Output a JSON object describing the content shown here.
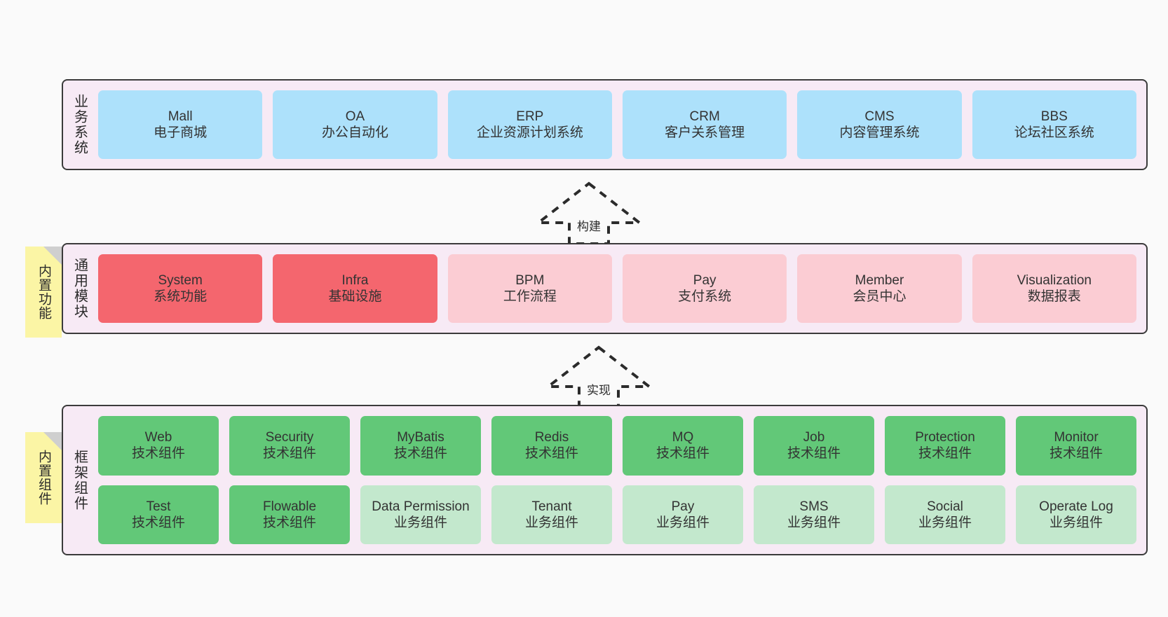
{
  "diagram": {
    "background_color": "#fafafa",
    "panel_color": "#f7eaf5",
    "panel_border_color": "#3b3b3b"
  },
  "notes": [
    {
      "id": "builtin-features",
      "text": "内置功能",
      "color": "#fbf5a5"
    },
    {
      "id": "builtin-components",
      "text": "内置组件",
      "color": "#fbf5a5"
    }
  ],
  "arrows": [
    {
      "id": "build",
      "label": "构建",
      "style": "dashed-hollow-up"
    },
    {
      "id": "implement",
      "label": "实现",
      "style": "dashed-hollow-up"
    }
  ],
  "layers": {
    "business": {
      "title": "业务系统",
      "rows": [
        [
          {
            "en": "Mall",
            "cn": "电子商城",
            "color": "#ade1fb"
          },
          {
            "en": "OA",
            "cn": "办公自动化",
            "color": "#ade1fb"
          },
          {
            "en": "ERP",
            "cn": "企业资源计划系统",
            "color": "#ade1fb"
          },
          {
            "en": "CRM",
            "cn": "客户关系管理",
            "color": "#ade1fb"
          },
          {
            "en": "CMS",
            "cn": "内容管理系统",
            "color": "#ade1fb"
          },
          {
            "en": "BBS",
            "cn": "论坛社区系统",
            "color": "#ade1fb"
          }
        ]
      ]
    },
    "modules": {
      "title": "通用模块",
      "rows": [
        [
          {
            "en": "System",
            "cn": "系统功能",
            "color": "#f4666e"
          },
          {
            "en": "Infra",
            "cn": "基础设施",
            "color": "#f4666e"
          },
          {
            "en": "BPM",
            "cn": "工作流程",
            "color": "#fbccd3"
          },
          {
            "en": "Pay",
            "cn": "支付系统",
            "color": "#fbccd3"
          },
          {
            "en": "Member",
            "cn": "会员中心",
            "color": "#fbccd3"
          },
          {
            "en": "Visualization",
            "cn": "数据报表",
            "color": "#fbccd3"
          }
        ]
      ]
    },
    "framework": {
      "title": "框架组件",
      "rows": [
        [
          {
            "en": "Web",
            "cn": "技术组件",
            "color": "#62c878"
          },
          {
            "en": "Security",
            "cn": "技术组件",
            "color": "#62c878"
          },
          {
            "en": "MyBatis",
            "cn": "技术组件",
            "color": "#62c878"
          },
          {
            "en": "Redis",
            "cn": "技术组件",
            "color": "#62c878"
          },
          {
            "en": "MQ",
            "cn": "技术组件",
            "color": "#62c878"
          },
          {
            "en": "Job",
            "cn": "技术组件",
            "color": "#62c878"
          },
          {
            "en": "Protection",
            "cn": "技术组件",
            "color": "#62c878"
          },
          {
            "en": "Monitor",
            "cn": "技术组件",
            "color": "#62c878"
          }
        ],
        [
          {
            "en": "Test",
            "cn": "技术组件",
            "color": "#62c878"
          },
          {
            "en": "Flowable",
            "cn": "技术组件",
            "color": "#62c878"
          },
          {
            "en": "Data Permission",
            "cn": "业务组件",
            "color": "#c3e8cd"
          },
          {
            "en": "Tenant",
            "cn": "业务组件",
            "color": "#c3e8cd"
          },
          {
            "en": "Pay",
            "cn": "业务组件",
            "color": "#c3e8cd"
          },
          {
            "en": "SMS",
            "cn": "业务组件",
            "color": "#c3e8cd"
          },
          {
            "en": "Social",
            "cn": "业务组件",
            "color": "#c3e8cd"
          },
          {
            "en": "Operate Log",
            "cn": "业务组件",
            "color": "#c3e8cd"
          }
        ]
      ]
    }
  }
}
